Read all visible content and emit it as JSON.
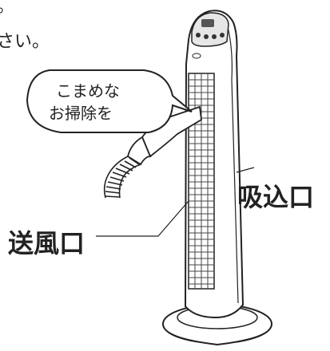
{
  "top_text": [
    "。",
    "さい。"
  ],
  "bubble": {
    "line1": "こまめな",
    "line2": "お掃除を"
  },
  "labels": {
    "intake": "吸込口",
    "outlet": "送風口"
  },
  "colors": {
    "line": "#222222",
    "grille": "#444444",
    "fill": "#ffffff",
    "panel": "#e6e6e6"
  }
}
